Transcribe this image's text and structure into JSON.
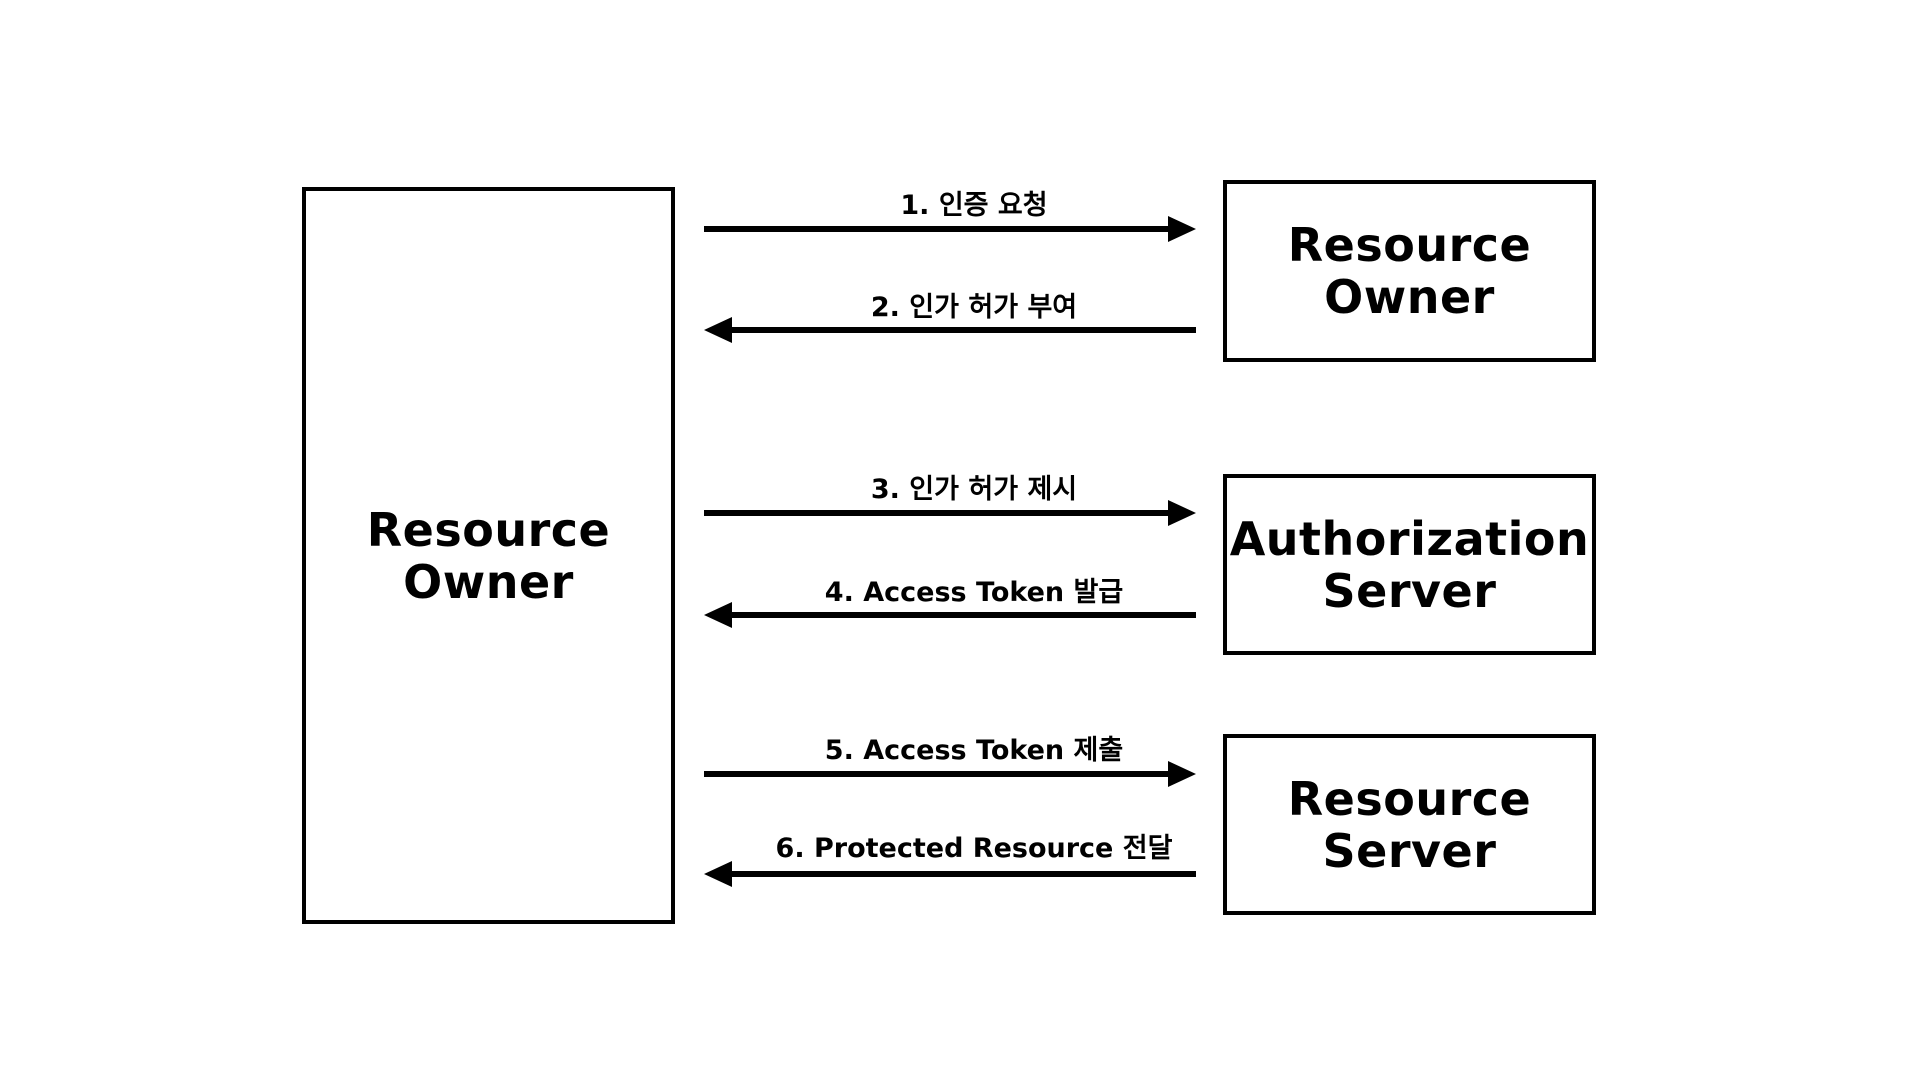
{
  "left_box": {
    "line1": "Resource",
    "line2": "Owner"
  },
  "right_boxes": [
    {
      "line1": "Resource",
      "line2": "Owner"
    },
    {
      "line1": "Authorization",
      "line2": "Server"
    },
    {
      "line1": "Resource",
      "line2": "Server"
    }
  ],
  "arrows": [
    {
      "label": "1. 인증 요청",
      "direction": "right"
    },
    {
      "label": "2. 인가 허가 부여",
      "direction": "left"
    },
    {
      "label": "3. 인가 허가 제시",
      "direction": "right"
    },
    {
      "label": "4. Access Token 발급",
      "direction": "left"
    },
    {
      "label": "5. Access Token 제출",
      "direction": "right"
    },
    {
      "label": "6. Protected Resource 전달",
      "direction": "left"
    }
  ],
  "colors": {
    "stroke": "#000000",
    "background": "#ffffff"
  }
}
